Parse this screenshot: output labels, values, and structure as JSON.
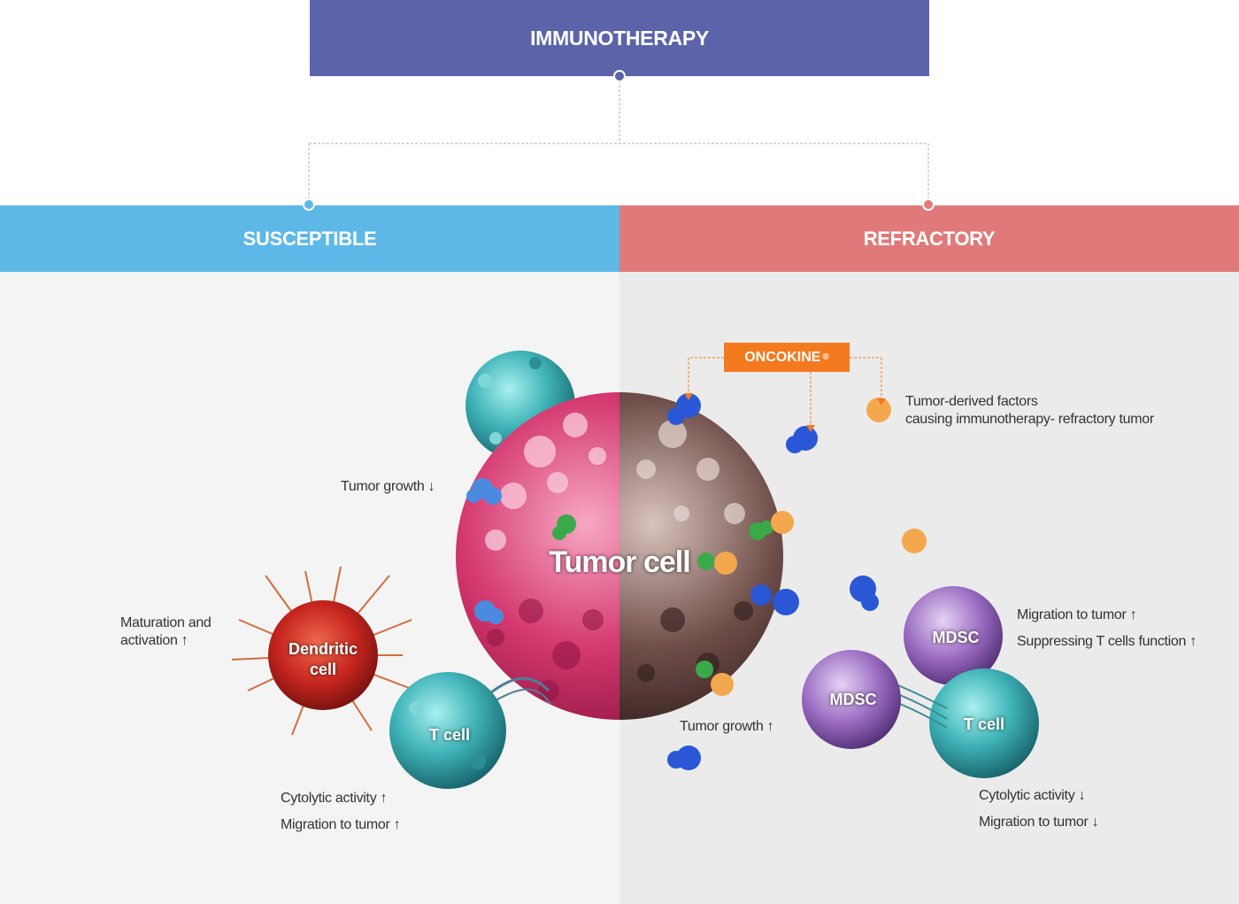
{
  "header": {
    "title": "IMMUNOTHERAPY"
  },
  "branches": {
    "susceptible": {
      "title": "SUSCEPTIBLE"
    },
    "refractory": {
      "title": "REFRACTORY"
    }
  },
  "tumor": {
    "label": "Tumor cell"
  },
  "susceptible_panel": {
    "tumor_growth": "Tumor growth",
    "dc_effect_line1": "Maturation and",
    "dc_effect_line2": "activation",
    "dendritic_line1": "Dendritic",
    "dendritic_line2": "cell",
    "tcell": "T cell",
    "cytolytic": "Cytolytic activity",
    "migration": "Migration to tumor",
    "arrows": {
      "tumor_growth": "↓",
      "activation": "↑",
      "cytolytic": "↑",
      "migration": "↑"
    }
  },
  "refractory_panel": {
    "oncokine": "ONCOKINE",
    "oncokine_mark": "®",
    "factors_line1": "Tumor-derived factors",
    "factors_line2": "causing immunotherapy- refractory tumor",
    "mdsc_top": "MDSC",
    "mdsc_bottom": "MDSC",
    "mdsc_migration": "Migration to tumor",
    "mdsc_suppress": "Suppressing T cells function",
    "tumor_growth": "Tumor growth",
    "tcell": "T cell",
    "cytolytic": "Cytolytic activity",
    "migration": "Migration to tumor",
    "arrows": {
      "mdsc_migration": "↑",
      "mdsc_suppress": "↑",
      "tumor_growth": "↑",
      "cytolytic": "↓",
      "migration": "↓"
    }
  },
  "colors": {
    "header": "#5b63a9",
    "susceptible": "#5db8e7",
    "refractory": "#e07a7a",
    "oncokine": "#f47a1f",
    "tumor_left": "#d4386e",
    "tumor_right": "#6e4d48",
    "tcell": "#3fb3b8",
    "dendritic": "#c6261f",
    "mdsc": "#9a6cc1"
  }
}
